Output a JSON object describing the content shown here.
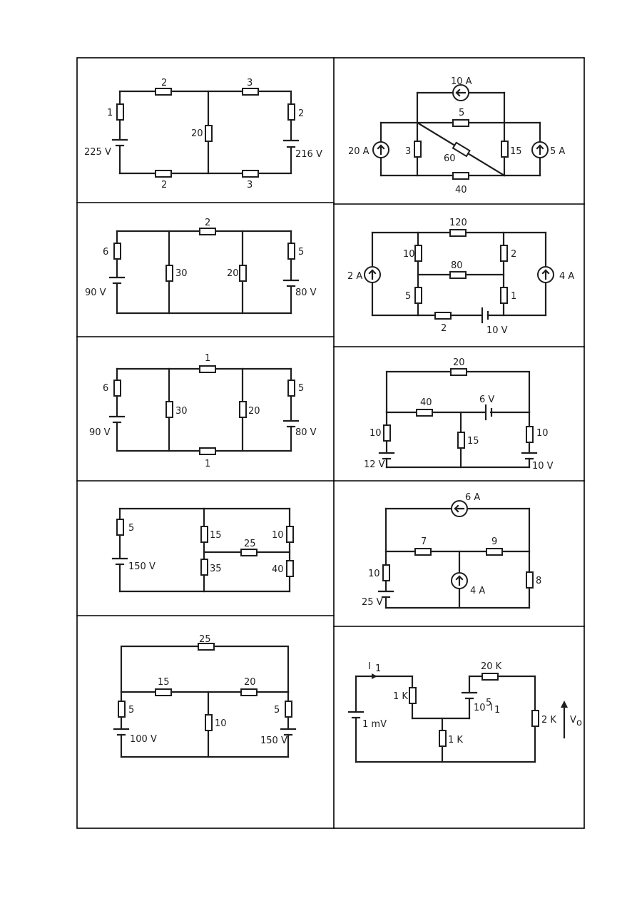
{
  "circuits": [
    {
      "id": "c1",
      "labels": [
        "2",
        "3",
        "1",
        "2",
        "20",
        "225 V",
        "216 V",
        "2",
        "3"
      ]
    },
    {
      "id": "c2",
      "labels": [
        "10 A",
        "5",
        "20 A",
        "3",
        "60",
        "15",
        "5 A",
        "40"
      ]
    },
    {
      "id": "c3",
      "labels": [
        "2",
        "6",
        "30",
        "20",
        "5",
        "90 V",
        "80 V"
      ]
    },
    {
      "id": "c4",
      "labels": [
        "120",
        "10",
        "2",
        "80",
        "2 A",
        "4 A",
        "5",
        "1",
        "2",
        "10 V"
      ]
    },
    {
      "id": "c5",
      "labels": [
        "1",
        "6",
        "30",
        "20",
        "5",
        "90 V",
        "80 V",
        "1"
      ]
    },
    {
      "id": "c6",
      "labels": [
        "20",
        "40",
        "6 V",
        "10",
        "15",
        "10",
        "12 V",
        "10 V"
      ]
    },
    {
      "id": "c7",
      "labels": [
        "5",
        "15",
        "25",
        "10",
        "150 V",
        "35",
        "40"
      ]
    },
    {
      "id": "c8",
      "labels": [
        "6 A",
        "7",
        "9",
        "10",
        "8",
        "4 A",
        "25 V"
      ]
    },
    {
      "id": "c9",
      "labels": [
        "25",
        "15",
        "20",
        "5",
        "5",
        "10",
        "100 V",
        "150 V"
      ]
    },
    {
      "id": "c10",
      "labels": [
        "I",
        "1",
        "20 K",
        "1 K",
        "10",
        "5",
        "I",
        "1",
        "1 mV",
        "2 K",
        "V",
        "o",
        "1 K"
      ]
    }
  ]
}
